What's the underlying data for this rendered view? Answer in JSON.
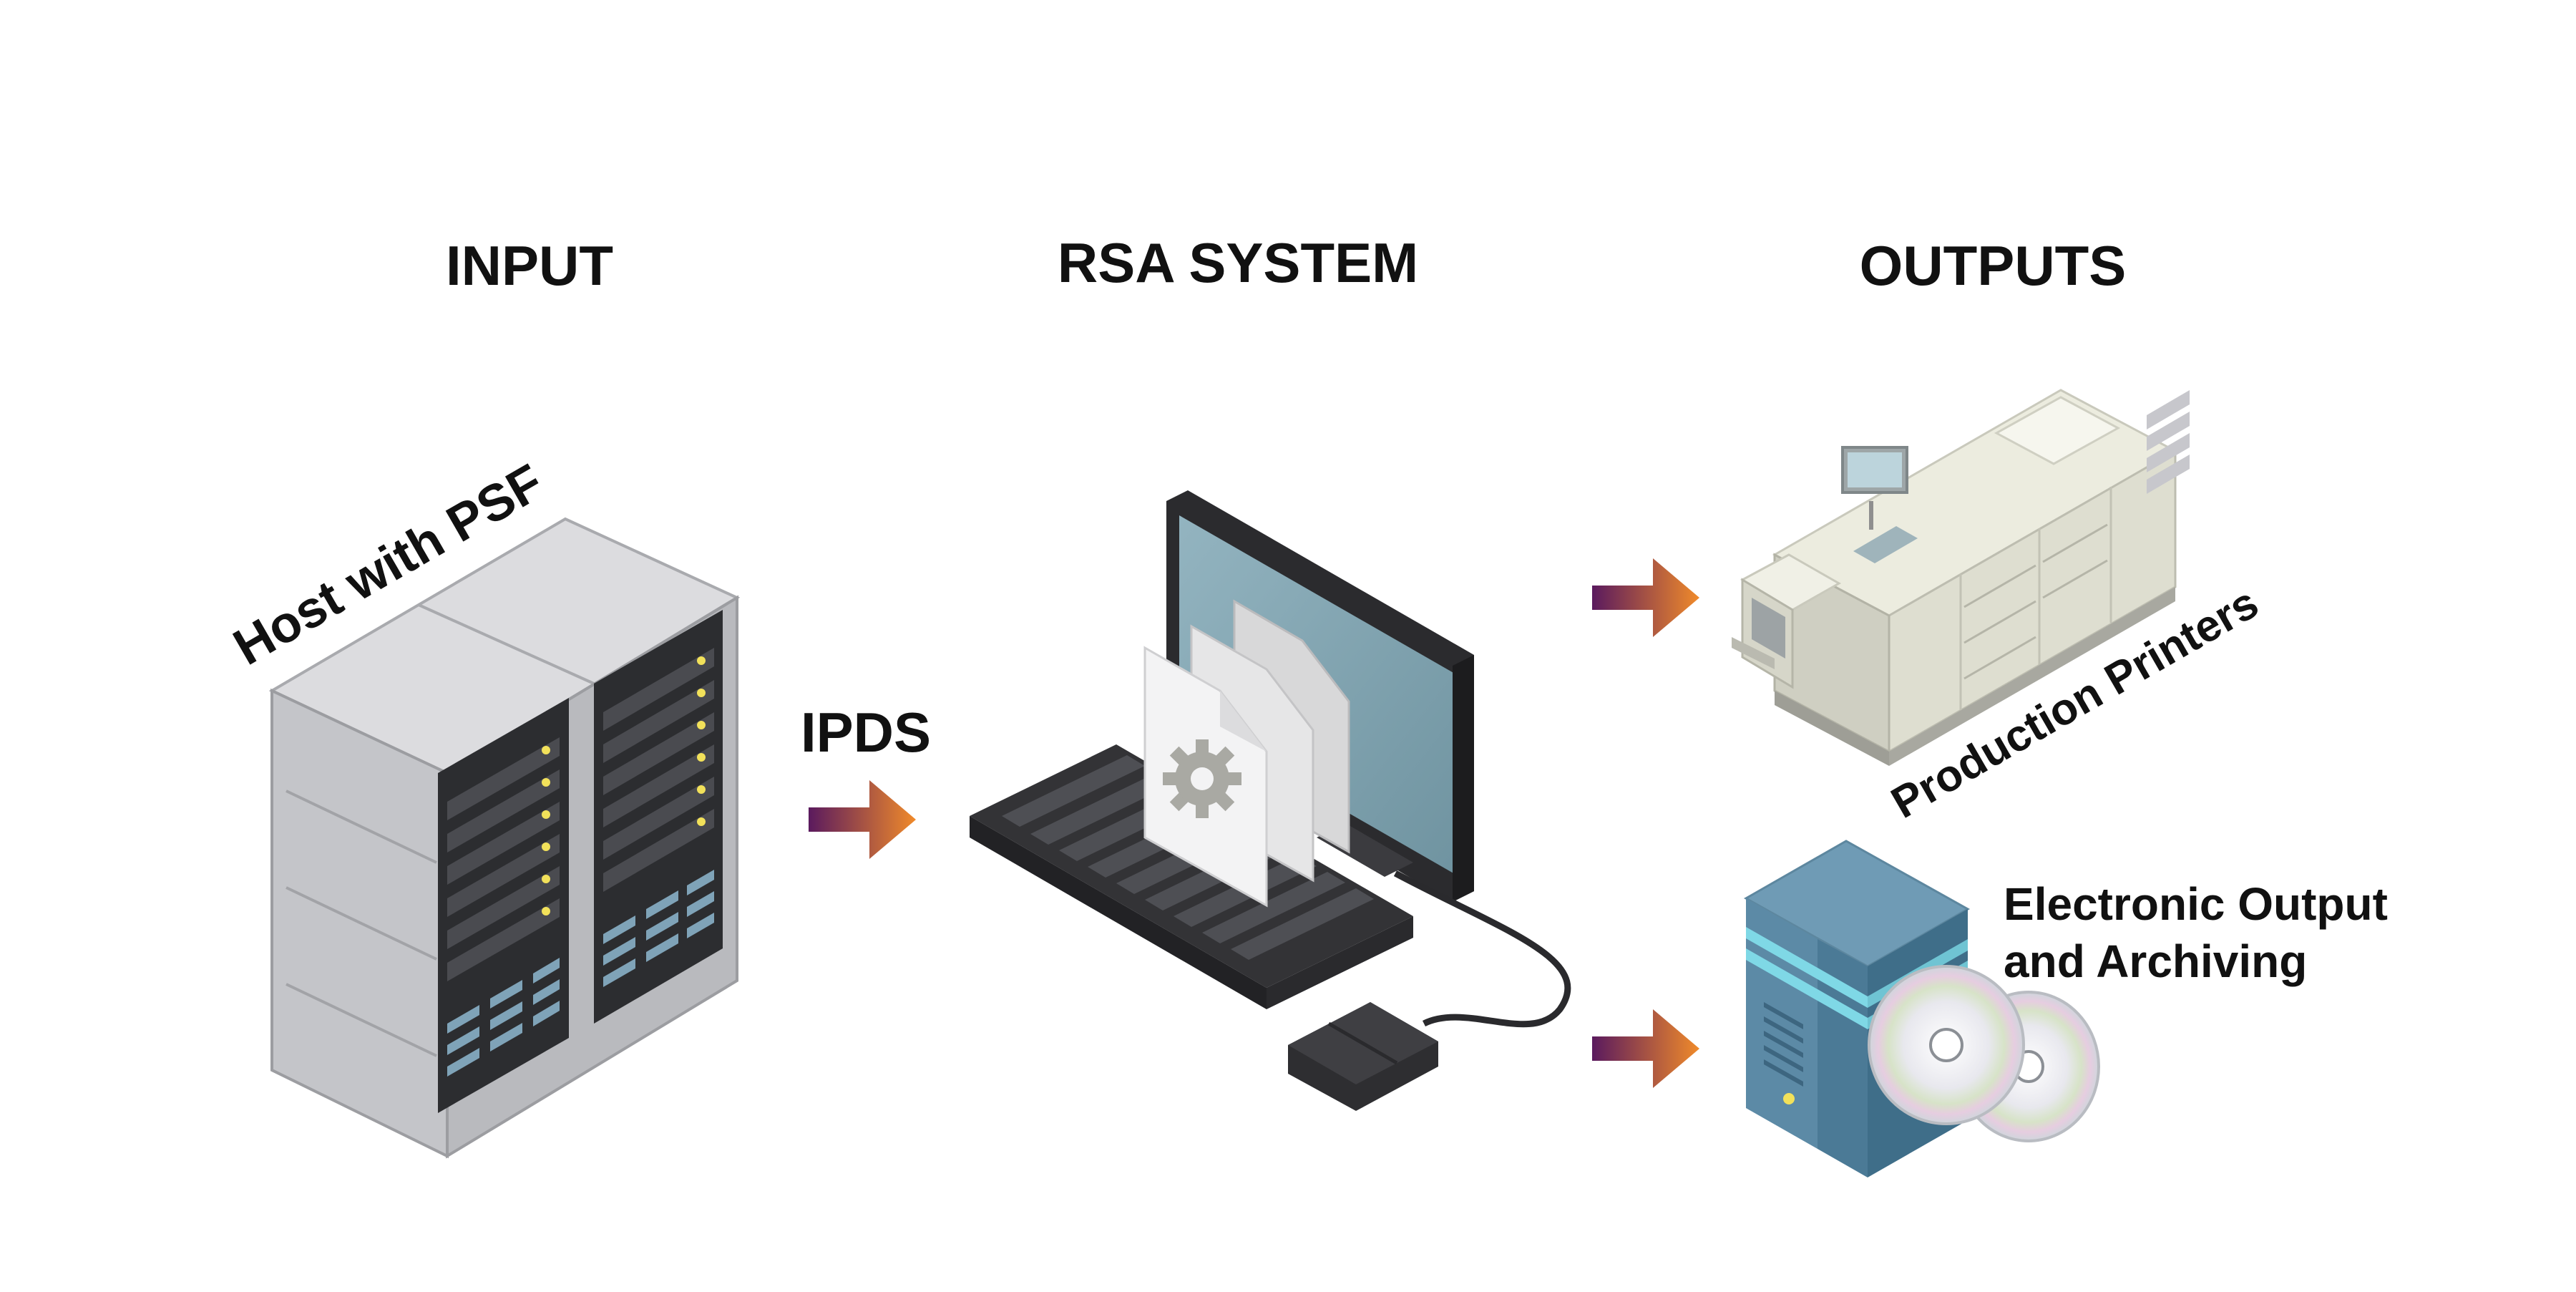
{
  "headings": {
    "input": "INPUT",
    "system": "RSA SYSTEM",
    "outputs": "OUTPUTS"
  },
  "labels": {
    "host": "Host with PSF",
    "protocol": "IPDS",
    "printers": "Production Printers",
    "electronic_line1": "Electronic Output",
    "electronic_line2": "and Archiving"
  },
  "colors": {
    "arrow_start": "#5a1a5e",
    "arrow_end": "#f08a2a",
    "server_body": "#c9cacd",
    "rack_face": "#2c2d30",
    "monitor_screen": "#7fa3b0",
    "printer_body": "#e6e6da",
    "archive_tower": "#4e7f9c"
  },
  "icons": [
    "server-rack-icon",
    "computer-workstation-icon",
    "gear-icon",
    "production-printer-icon",
    "archive-server-icon",
    "optical-disc-icon",
    "arrow-right-icon"
  ]
}
